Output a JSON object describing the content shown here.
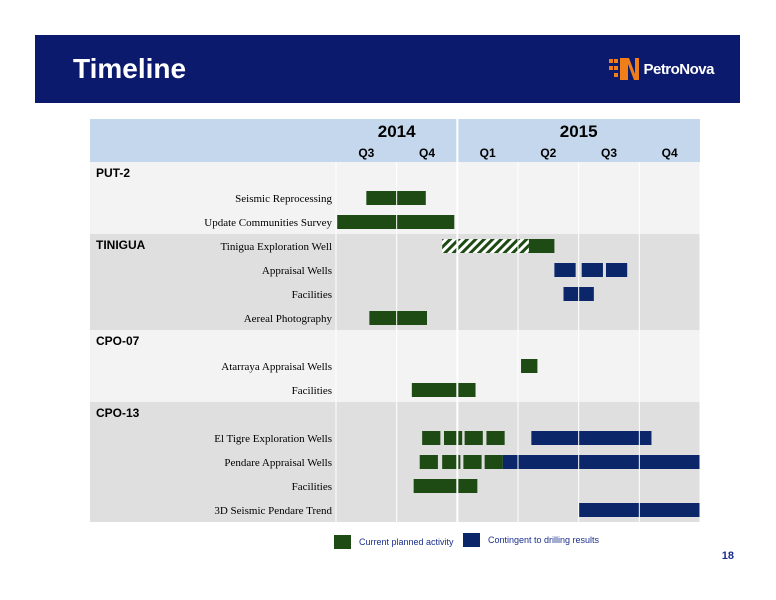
{
  "page": {
    "title": "Timeline",
    "page_number": "18"
  },
  "logo": {
    "text": "PetroNova"
  },
  "colors": {
    "planned": "#1e4a14",
    "contingent": "#0b2669",
    "header_bg": "#0c1a6e"
  },
  "chart_data": {
    "type": "gantt",
    "years": [
      {
        "label": "2014",
        "start": 0,
        "end": 2
      },
      {
        "label": "2015",
        "start": 2,
        "end": 6
      }
    ],
    "quarters": [
      "Q3",
      "Q4",
      "Q1",
      "Q2",
      "Q3",
      "Q4"
    ],
    "sections": [
      {
        "label": "PUT-2",
        "bands": 3,
        "shade": "light",
        "rows": [
          {
            "label": "Seismic Reprocessing",
            "bars": [
              {
                "start": 0.5,
                "end": 1.48,
                "status": "planned"
              }
            ]
          },
          {
            "label": "Update Communities Survey",
            "bars": [
              {
                "start": 0.02,
                "end": 1.95,
                "status": "planned"
              }
            ]
          }
        ]
      },
      {
        "label": "TINIGUA",
        "bands": 4,
        "shade": "dark",
        "rows": [
          {
            "label": "Tinigua Exploration Well",
            "bars": [
              {
                "start": 1.75,
                "end": 3.18,
                "status": "planned",
                "hatched": true
              },
              {
                "start": 3.18,
                "end": 3.6,
                "status": "planned"
              }
            ]
          },
          {
            "label": "Appraisal Wells",
            "bars": [
              {
                "start": 3.6,
                "end": 3.95,
                "status": "contingent"
              },
              {
                "start": 4.05,
                "end": 4.4,
                "status": "contingent"
              },
              {
                "start": 4.45,
                "end": 4.8,
                "status": "contingent"
              }
            ]
          },
          {
            "label": "Facilities",
            "bars": [
              {
                "start": 3.75,
                "end": 4.25,
                "status": "contingent"
              }
            ]
          },
          {
            "label": "Aereal Photography",
            "bars": [
              {
                "start": 0.55,
                "end": 1.5,
                "status": "planned"
              }
            ]
          }
        ]
      },
      {
        "label": "CPO-07",
        "bands": 3,
        "shade": "light",
        "rows": [
          {
            "label": "Atarraya Appraisal Wells",
            "bars": [
              {
                "start": 3.05,
                "end": 3.32,
                "status": "planned"
              }
            ]
          },
          {
            "label": "Facilities",
            "bars": [
              {
                "start": 1.25,
                "end": 2.3,
                "status": "planned"
              }
            ]
          }
        ]
      },
      {
        "label": "CPO-13",
        "bands": 5,
        "shade": "dark",
        "rows": [
          {
            "label": "El Tigre Exploration Wells",
            "bars": [
              {
                "start": 1.42,
                "end": 1.72,
                "status": "planned"
              },
              {
                "start": 1.78,
                "end": 2.08,
                "status": "planned"
              },
              {
                "start": 2.12,
                "end": 2.42,
                "status": "planned"
              },
              {
                "start": 2.48,
                "end": 2.78,
                "status": "planned"
              },
              {
                "start": 3.22,
                "end": 5.2,
                "status": "contingent"
              }
            ]
          },
          {
            "label": "Pendare Appraisal Wells",
            "bars": [
              {
                "start": 1.38,
                "end": 1.68,
                "status": "planned"
              },
              {
                "start": 1.75,
                "end": 2.05,
                "status": "planned"
              },
              {
                "start": 2.1,
                "end": 2.4,
                "status": "planned"
              },
              {
                "start": 2.45,
                "end": 2.75,
                "status": "planned"
              },
              {
                "start": 2.75,
                "end": 6.0,
                "status": "contingent"
              }
            ]
          },
          {
            "label": "Facilities",
            "bars": [
              {
                "start": 1.28,
                "end": 2.33,
                "status": "planned"
              }
            ]
          },
          {
            "label": "3D Seismic Pendare Trend",
            "bars": [
              {
                "start": 4.0,
                "end": 6.0,
                "status": "contingent"
              }
            ]
          }
        ]
      }
    ],
    "legend": [
      {
        "label": "Current planned activity",
        "status": "planned"
      },
      {
        "label": "Contingent to drilling results",
        "status": "contingent"
      }
    ]
  }
}
